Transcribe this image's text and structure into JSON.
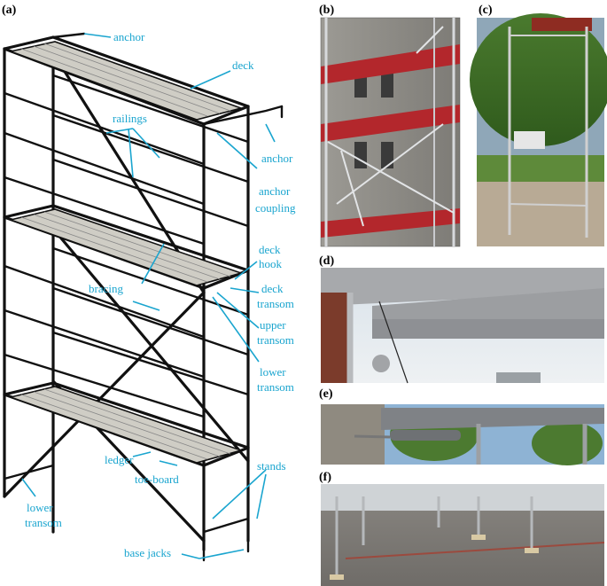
{
  "panels": {
    "a": "(a)",
    "b": "(b)",
    "c": "(c)",
    "d": "(d)",
    "e": "(e)",
    "f": "(f)"
  },
  "labels": {
    "anchor_top": "anchor",
    "deck": "deck",
    "railings": "railings",
    "anchor_right": "anchor",
    "anchor_coupling_1": "anchor",
    "anchor_coupling_2": "coupling",
    "deck_hook_1": "deck",
    "deck_hook_2": "hook",
    "bracing": "bracing",
    "deck_transom_1": "deck",
    "deck_transom_2": "transom",
    "upper_transom_1": "upper",
    "upper_transom_2": "transom",
    "lower_transom_right_1": "lower",
    "lower_transom_right_2": "transom",
    "ledger": "ledger",
    "toe_board": "toe-board",
    "stands": "stands",
    "lower_transom_left_1": "lower",
    "lower_transom_left_2": "transom",
    "base_jacks": "base jacks"
  },
  "colors": {
    "label": "#1aa5cf",
    "deck": "#cfcdc5",
    "tube": "#111111"
  }
}
